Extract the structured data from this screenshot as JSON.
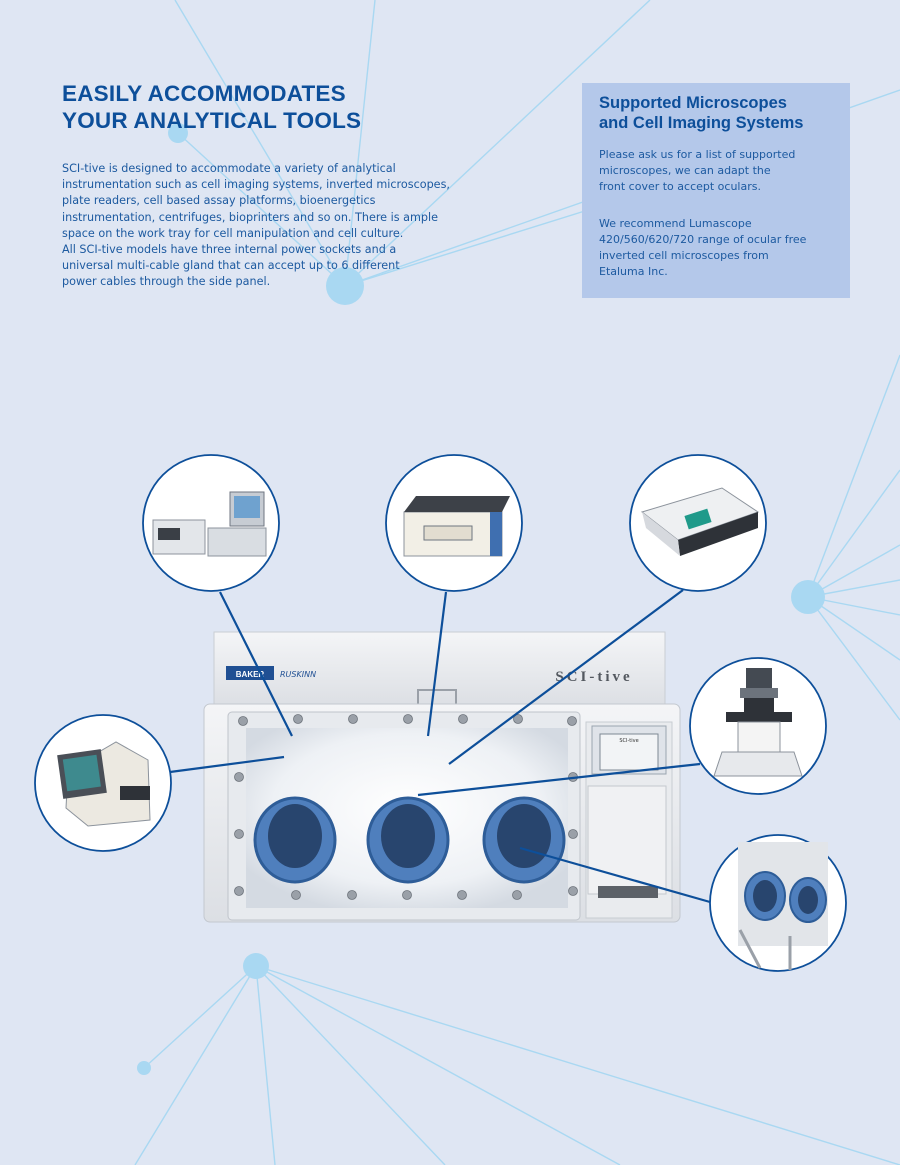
{
  "heading": {
    "line1": "EASILY ACCOMMODATES",
    "line2": "YOUR ANALYTICAL TOOLS"
  },
  "body": {
    "lines": [
      "SCI-tive is designed to accommodate a variety of analytical",
      "instrumentation such as cell imaging systems, inverted microscopes,",
      "plate readers, cell based assay platforms, bioenergetics",
      "instrumentation, centrifuges, bioprinters and so on. There is ample",
      "space on the work tray for cell manipulation and cell culture.",
      "All SCI-tive models have three internal power sockets and a",
      "universal multi-cable gland that can accept up to 6 different",
      "power cables through the side panel."
    ]
  },
  "sidebar": {
    "title_line1": "Supported Microscopes",
    "title_line2": "and Cell Imaging Systems",
    "para1": [
      "Please ask us for a list of supported",
      "microscopes, we can adapt the",
      "front cover to accept oculars."
    ],
    "para2": [
      "We recommend Lumascope",
      "420/560/620/720 range of ocular free",
      "inverted cell microscopes from",
      "Etaluma Inc."
    ]
  },
  "product": {
    "logo_left": "BAKER",
    "logo_right": "RUSKINN",
    "name": "SCI-tive",
    "screen_title": "SCI-tive"
  },
  "colors": {
    "accent": "#0d4f9a",
    "text": "#1d5aa0",
    "box": "#b4c8ea",
    "background": "#dfe6f3",
    "network": "#a9d8f2",
    "gloves": "#4f7fbd"
  }
}
